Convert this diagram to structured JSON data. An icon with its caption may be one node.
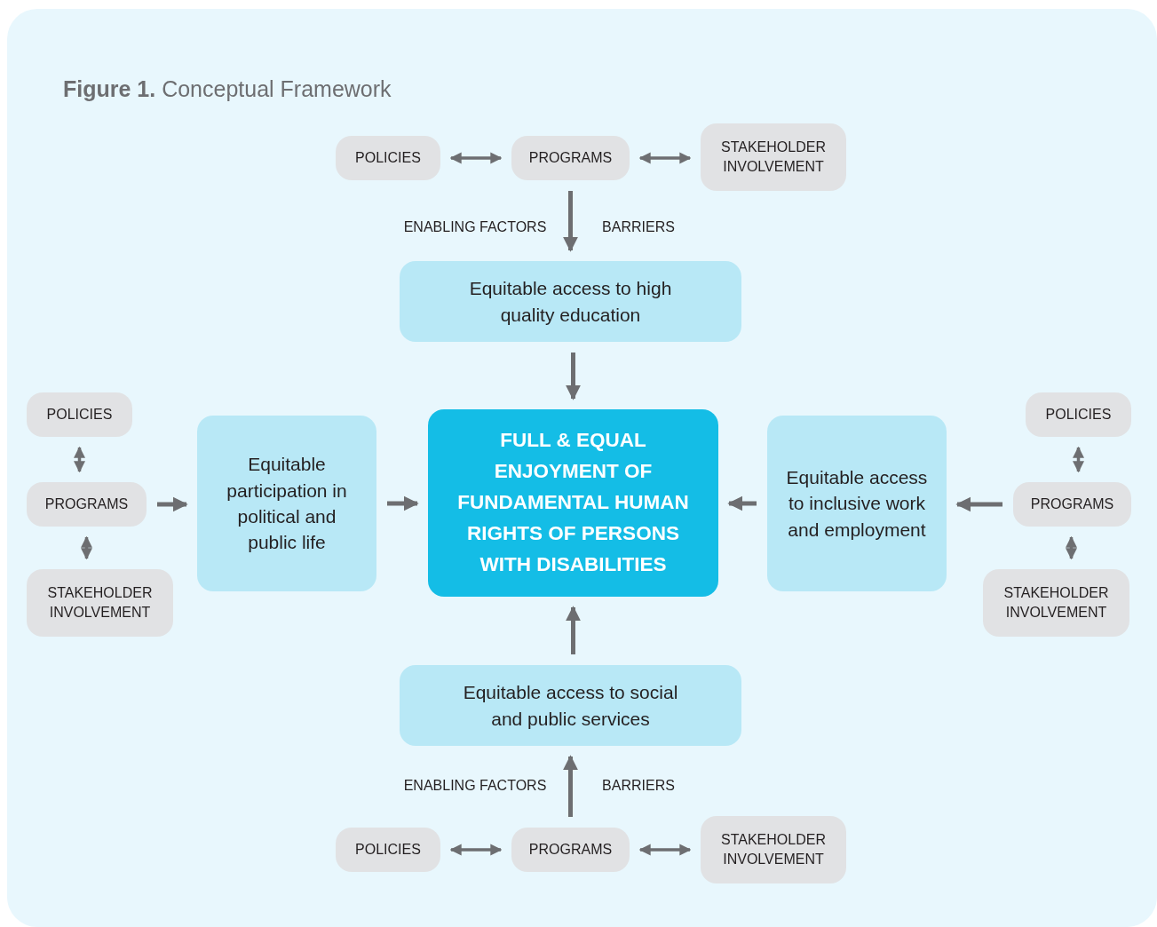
{
  "diagram": {
    "title": "**Figure 1.** Conceptual Framework",
    "nodes": [
      {
        "text": [
          "POLICIES"
        ]
      },
      {
        "text": [
          "PROGRAMS"
        ]
      },
      {
        "text": [
          "STAKEHOLDER INVOLVEMENT"
        ]
      },
      {
        "text": [
          "Equitable access to high quality education"
        ]
      },
      {
        "text": [
          "POLICIES"
        ]
      },
      {
        "text": [
          "POLICIES"
        ]
      },
      {
        "text": [
          "PROGRAMS"
        ]
      },
      {
        "text": [
          "Equitable participation in political and public life"
        ]
      },
      {
        "text": [
          "FULL & EQUAL ENJOYMENT OF FUNDAMENTAL HUMAN RIGHTS OF PERSONS WITH DISABILITIES"
        ]
      },
      {
        "text": [
          "Equitable access to inclusive work and employment"
        ]
      },
      {
        "text": [
          "PROGRAMS"
        ]
      },
      {
        "text": [
          "STAKEHOLDER INVOLVEMENT"
        ]
      },
      {
        "text": [
          "STAKEHOLDER INVOLVEMENT"
        ]
      },
      {
        "text": [
          "Equitable access to social and public services"
        ]
      },
      {
        "text": [
          "POLICIES"
        ]
      },
      {
        "text": [
          "PROGRAMS"
        ]
      },
      {
        "text": [
          "STAKEHOLDER INVOLVEMENT"
        ]
      }
    ],
    "edges": [
      {
        "from": 0,
        "to": 1,
        "arrow": "both"
      },
      {
        "from": 1,
        "to": 2,
        "arrow": "both"
      },
      {
        "from": 1,
        "to": 3,
        "arrow": "to"
      },
      {
        "from": 3,
        "to": 8,
        "arrow": "to"
      },
      {
        "from": 4,
        "to": 6,
        "arrow": "both"
      },
      {
        "from": 6,
        "to": 11,
        "arrow": "both"
      },
      {
        "from": 6,
        "to": 7,
        "arrow": "to"
      },
      {
        "from": 7,
        "to": 8,
        "arrow": "to"
      },
      {
        "from": 5,
        "to": 10,
        "arrow": "both"
      },
      {
        "from": 10,
        "to": 12,
        "arrow": "both"
      },
      {
        "from": 10,
        "to": 9,
        "arrow": "to"
      },
      {
        "from": 9,
        "to": 8,
        "arrow": "to"
      },
      {
        "from": 13,
        "to": 8,
        "arrow": "to"
      },
      {
        "from": 15,
        "to": 13,
        "arrow": "to"
      },
      {
        "from": 14,
        "to": 15,
        "arrow": "both"
      },
      {
        "from": 15,
        "to": 16,
        "arrow": "both"
      }
    ],
    "labels": [
      "ENABLING FACTORS",
      "BARRIERS",
      "ENABLING FACTORS",
      "BARRIERS"
    ]
  }
}
